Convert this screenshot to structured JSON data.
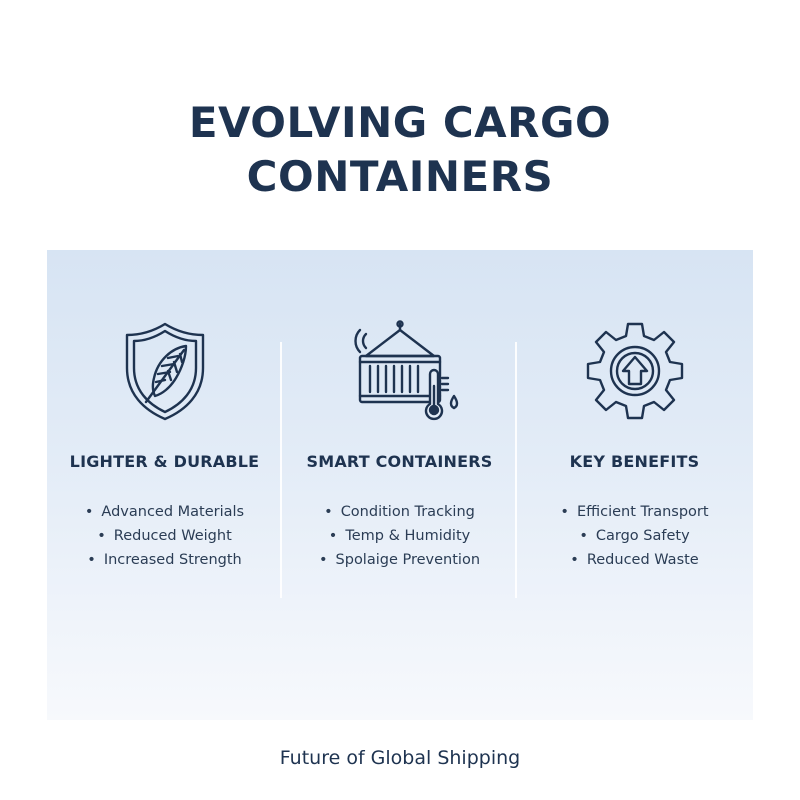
{
  "title": {
    "line1": "EVOLVING CARGO",
    "line2": "CONTAINERS"
  },
  "columns": [
    {
      "heading": "LIGHTER & DURABLE",
      "icon": "shield-feather-icon",
      "items": [
        "Advanced Materials",
        "Reduced Weight",
        "Increased Strength"
      ]
    },
    {
      "heading": "SMART CONTAINERS",
      "icon": "smart-container-icon",
      "items": [
        "Condition Tracking",
        "Temp & Humidity",
        "Spolaige Prevention"
      ]
    },
    {
      "heading": "KEY BENEFITS",
      "icon": "gear-arrow-icon",
      "items": [
        "Efficient Transport",
        "Cargo Safety",
        "Reduced Waste"
      ]
    }
  ],
  "footer": "Future of Global Shipping",
  "colors": {
    "primary": "#1e3350",
    "panel_top": "#d7e4f3",
    "panel_bottom": "#f7f9fc"
  }
}
